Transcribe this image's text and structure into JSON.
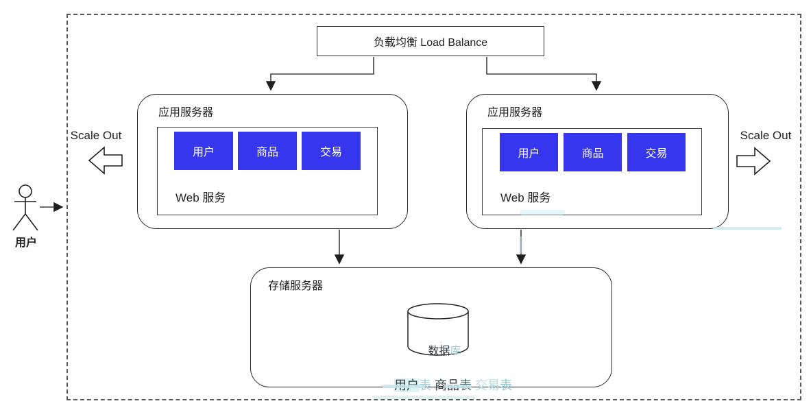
{
  "diagram": {
    "load_balancer": {
      "label": "负载均衡 Load Balance"
    },
    "scale_out_left": {
      "label": "Scale Out"
    },
    "scale_out_right": {
      "label": "Scale Out"
    },
    "actor": {
      "label": "用户"
    },
    "app_server_left": {
      "title": "应用服务器",
      "web_service_label": "Web 服务",
      "modules": [
        "用户",
        "商品",
        "交易"
      ]
    },
    "app_server_right": {
      "title": "应用服务器",
      "web_service_label": "Web 服务",
      "modules": [
        "用户",
        "商品",
        "交易"
      ]
    },
    "storage_server": {
      "title": "存储服务器",
      "database_label": {
        "dark_part": "数据",
        "tinted_part": "库"
      },
      "tables_line": {
        "seg1": "用户",
        "seg2": "表 ",
        "seg3": "商品",
        "seg4": "表 ",
        "seg5": "交易",
        "seg6": "表"
      }
    },
    "colors": {
      "module_blue": "#3636ee",
      "line_dark": "#3f3f3f",
      "border_dark": "#262626",
      "watermark_cyan": "#c6e9ee",
      "text": "#1f1f1f"
    }
  }
}
